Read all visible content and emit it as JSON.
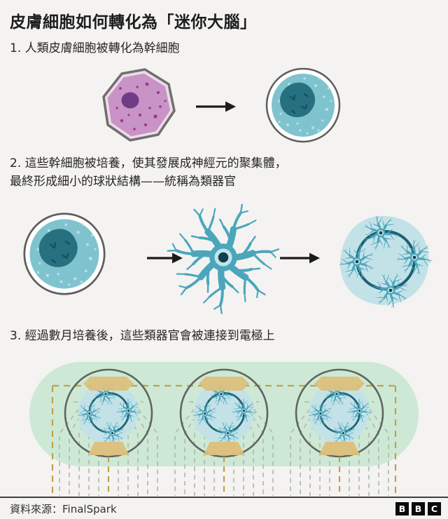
{
  "header": {
    "title": "皮膚細胞如何轉化為「迷你大腦」"
  },
  "steps": [
    {
      "label": "1. 人類皮膚細胞被轉化為幹細胞"
    },
    {
      "label_line1": "2. 這些幹細胞被培養，使其發展成神經元的聚集體，",
      "label_line2": "最終形成細小的球狀結構——統稱為類器官"
    },
    {
      "label": "3. 經過數月培養後，這些類器官會被連接到電極上"
    }
  ],
  "footer": {
    "source": "資料來源：FinalSpark",
    "bbc_letters": [
      "B",
      "B",
      "C"
    ]
  },
  "icons": {
    "step1": [
      "skin-cell-icon",
      "arrow-right-icon",
      "stem-cell-icon"
    ],
    "step2": [
      "stem-cell-icon",
      "arrow-right-icon",
      "neuron-icon",
      "arrow-right-icon",
      "organoid-icon"
    ],
    "step3": [
      "culture-tray",
      "organoid-pod",
      "electrode-icon",
      "wire-dashed"
    ]
  },
  "colors": {
    "background": "#f4f3f1",
    "text": "#262626",
    "skin_cell_fill": "#c893c6",
    "skin_cell_rim": "#f0d9e8",
    "skin_cell_nucleus": "#6e3d84",
    "skin_cell_dots": "#a33481",
    "stem_cell_fill": "#7fc3cf",
    "stem_cell_nucleus": "#27707f",
    "neuron_body": "#4ba6bc",
    "neuron_nucleus": "#0f3f4b",
    "organoid_fill": "#c3e2e8",
    "organoid_ring": "#1b6173",
    "tray_green": "#cde9d5",
    "pod_outline": "#60655f",
    "electrode_tan": "#dcbf7b",
    "wire_tan_dashed": "#c3a149",
    "wire_gray_dashed": "#b5b9b1",
    "arrow": "#1c1c1c",
    "bbc_black": "#0a0a0a"
  }
}
